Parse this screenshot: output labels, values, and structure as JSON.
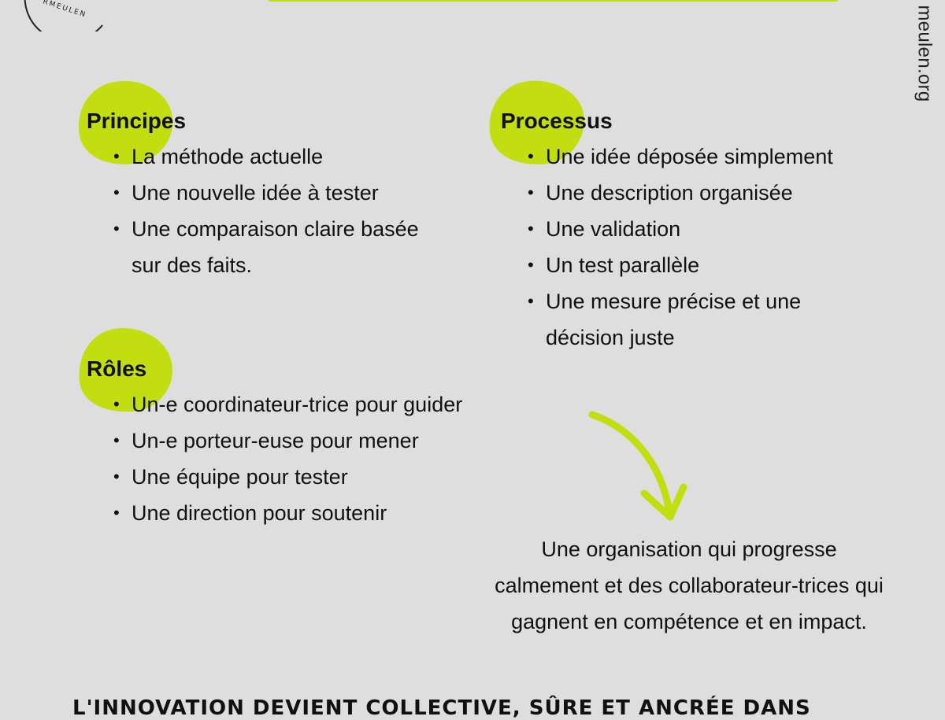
{
  "brand": {
    "logo_text": "RMEULEN",
    "site_url": "meulen.org"
  },
  "sections": {
    "principes": {
      "title": "Principes",
      "items": [
        "La méthode actuelle",
        "Une nouvelle idée à tester",
        "Une comparaison claire basée",
        "sur des faits."
      ]
    },
    "processus": {
      "title": "Processus",
      "items": [
        "Une idée déposée simplement",
        "Une description organisée",
        "Une validation",
        "Un test parallèle",
        "Une mesure précise et une",
        "décision juste"
      ]
    },
    "roles": {
      "title": "Rôles",
      "items": [
        "Un-e coordinateur-trice pour guider",
        "Un-e porteur-euse pour mener",
        "Une équipe pour tester",
        "Une direction pour soutenir"
      ]
    }
  },
  "conclusion": {
    "lines": [
      "Une organisation qui progresse",
      "calmement et des collaborateur-trices qui",
      "gagnent en compétence et en impact."
    ]
  },
  "tagline": "L'innovation devient collective, sûre et ancrée dans",
  "colors": {
    "background": "#dedede",
    "accent_green": "#c2dd10",
    "text": "#111111"
  },
  "icons": {
    "bullet": "•",
    "arrow": "curved-arrow-down-icon",
    "blob": "green-blob-shape"
  }
}
